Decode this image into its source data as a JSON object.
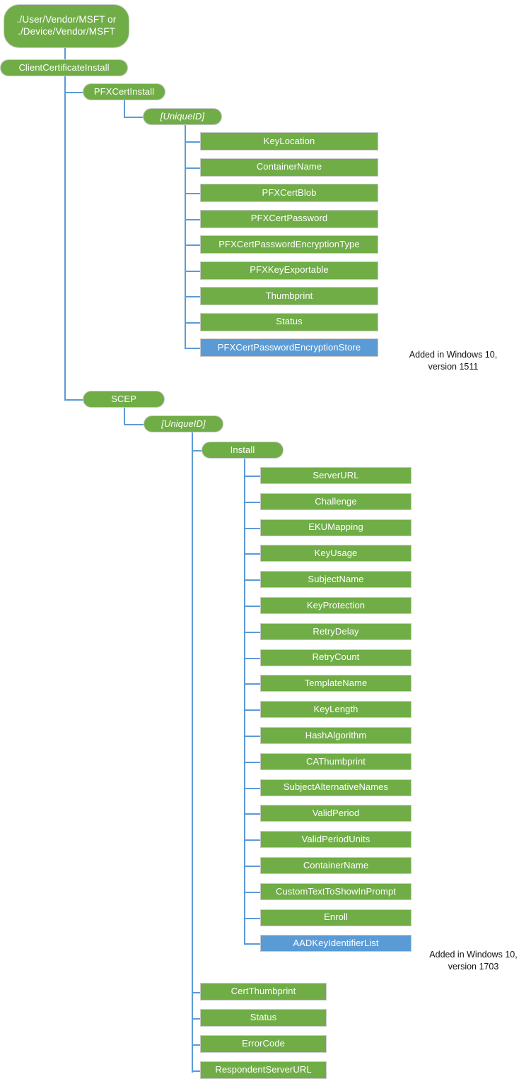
{
  "diagram": {
    "title": "ClientCertificateInstall CSP tree",
    "colors": {
      "node_green": "#70AD47",
      "node_blue": "#5B9BD5",
      "connector": "#5B9BD5",
      "node_border": "#c9c9c9",
      "node_text": "#ffffff",
      "annotation_text": "#111111",
      "background": "#ffffff"
    },
    "root": {
      "label": "./User/Vendor/MSFT or\n./Device/Vendor/MSFT"
    },
    "level1": {
      "label": "ClientCertificateInstall"
    },
    "pfx": {
      "label": "PFXCertInstall",
      "unique_id": "[UniqueID]",
      "children": [
        {
          "label": "KeyLocation",
          "color": "green"
        },
        {
          "label": "ContainerName",
          "color": "green"
        },
        {
          "label": "PFXCertBlob",
          "color": "green"
        },
        {
          "label": "PFXCertPassword",
          "color": "green"
        },
        {
          "label": "PFXCertPasswordEncryptionType",
          "color": "green"
        },
        {
          "label": "PFXKeyExportable",
          "color": "green"
        },
        {
          "label": "Thumbprint",
          "color": "green"
        },
        {
          "label": "Status",
          "color": "green"
        },
        {
          "label": "PFXCertPasswordEncryptionStore",
          "color": "blue"
        }
      ],
      "annotation": "Added in Windows 10,\nversion 1511"
    },
    "scep": {
      "label": "SCEP",
      "unique_id": "[UniqueID]",
      "install": {
        "label": "Install",
        "children": [
          {
            "label": "ServerURL",
            "color": "green"
          },
          {
            "label": "Challenge",
            "color": "green"
          },
          {
            "label": "EKUMapping",
            "color": "green"
          },
          {
            "label": "KeyUsage",
            "color": "green"
          },
          {
            "label": "SubjectName",
            "color": "green"
          },
          {
            "label": "KeyProtection",
            "color": "green"
          },
          {
            "label": "RetryDelay",
            "color": "green"
          },
          {
            "label": "RetryCount",
            "color": "green"
          },
          {
            "label": "TemplateName",
            "color": "green"
          },
          {
            "label": "KeyLength",
            "color": "green"
          },
          {
            "label": "HashAlgorithm",
            "color": "green"
          },
          {
            "label": "CAThumbprint",
            "color": "green"
          },
          {
            "label": "SubjectAlternativeNames",
            "color": "green"
          },
          {
            "label": "ValidPeriod",
            "color": "green"
          },
          {
            "label": "ValidPeriodUnits",
            "color": "green"
          },
          {
            "label": "ContainerName",
            "color": "green"
          },
          {
            "label": "CustomTextToShowInPrompt",
            "color": "green"
          },
          {
            "label": "Enroll",
            "color": "green"
          },
          {
            "label": "AADKeyIdentifierList",
            "color": "blue"
          }
        ],
        "annotation": "Added in Windows 10,\nversion 1703"
      },
      "children": [
        {
          "label": "CertThumbprint",
          "color": "green"
        },
        {
          "label": "Status",
          "color": "green"
        },
        {
          "label": "ErrorCode",
          "color": "green"
        },
        {
          "label": "RespondentServerURL",
          "color": "green"
        }
      ]
    }
  }
}
